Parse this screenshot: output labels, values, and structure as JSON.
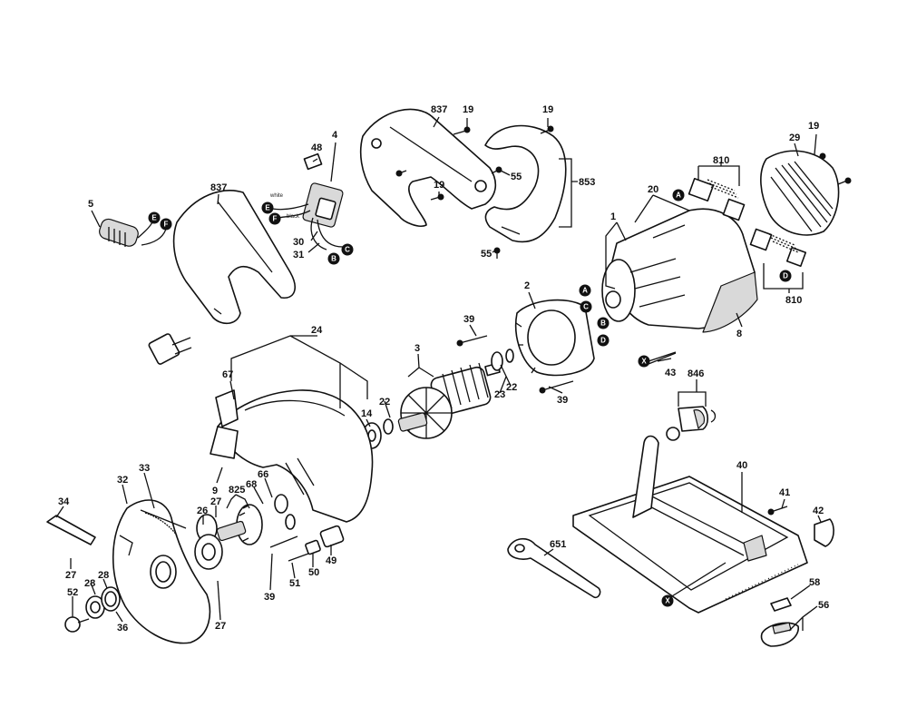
{
  "labels": {
    "l5": "5",
    "l837a": "837",
    "l4": "4",
    "l48": "48",
    "l30": "30",
    "l31": "31",
    "l837b": "837",
    "l19a": "19",
    "l19b": "19",
    "l19c": "19",
    "l19d": "19",
    "l55a": "55",
    "l55b": "55",
    "l853": "853",
    "l1": "1",
    "l20": "20",
    "l810a": "810",
    "l810b": "810",
    "l29": "29",
    "l8": "8",
    "l2": "2",
    "l39a": "39",
    "l39b": "39",
    "l39c": "39",
    "l43": "43",
    "l3": "3",
    "l22a": "22",
    "l22b": "22",
    "l23": "23",
    "l24": "24",
    "l67": "67",
    "l14": "14",
    "l9": "9",
    "l846": "846",
    "l66": "66",
    "l68": "68",
    "l825": "825",
    "l27a": "27",
    "l27b": "27",
    "l27c": "27",
    "l26": "26",
    "l32": "32",
    "l33": "33",
    "l34": "34",
    "l28a": "28",
    "l28b": "28",
    "l52": "52",
    "l36": "36",
    "l51": "51",
    "l50": "50",
    "l49": "49",
    "l40": "40",
    "l41": "41",
    "l42": "42",
    "l651": "651",
    "l58": "58",
    "l56": "56"
  },
  "markers": {
    "E": "E",
    "F": "F",
    "A": "A",
    "B": "B",
    "C": "C",
    "D": "D",
    "X": "X"
  },
  "wire_labels": {
    "white": "white",
    "black": "black"
  },
  "icons": {
    "marker_shape": "filled-circle-letter"
  }
}
